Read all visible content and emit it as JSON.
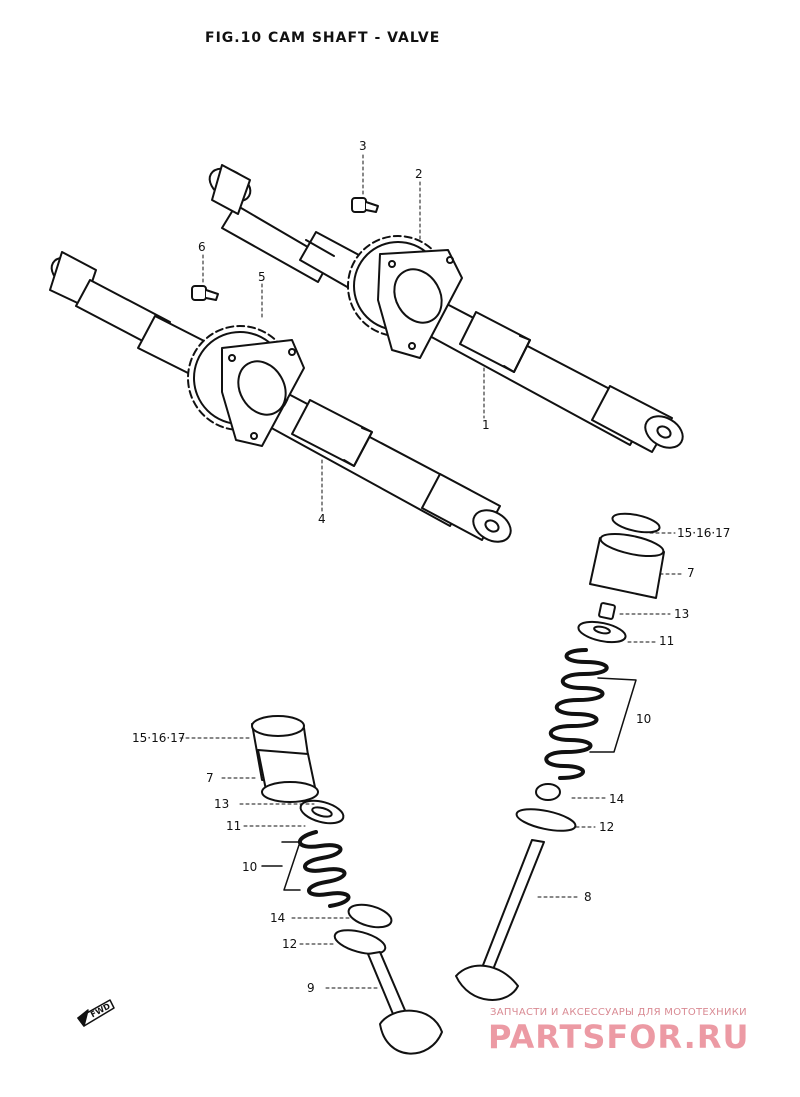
{
  "title": "FIG.10  CAM SHAFT - VALVE",
  "labels": {
    "l1": "1",
    "l2": "2",
    "l3": "3",
    "l4": "4",
    "l5": "5",
    "l6": "6",
    "l7_right": "7",
    "l7_left": "7",
    "l8": "8",
    "l9": "9",
    "l10_right": "10",
    "l10_left": "10",
    "l11_right": "11",
    "l11_left": "11",
    "l12_right": "12",
    "l12_left": "12",
    "l13_right": "13",
    "l13_left": "13",
    "l14_right": "14",
    "l14_left": "14",
    "l151617_right": "15·16·17",
    "l151617_left": "15·16·17"
  },
  "fwd_label": "FWD",
  "watermark": {
    "line1": "ЗАПЧАСТИ И АКСЕССУАРЫ ДЛЯ МОТОТЕХНИКИ",
    "line2": "PARTSFOR.RU"
  }
}
